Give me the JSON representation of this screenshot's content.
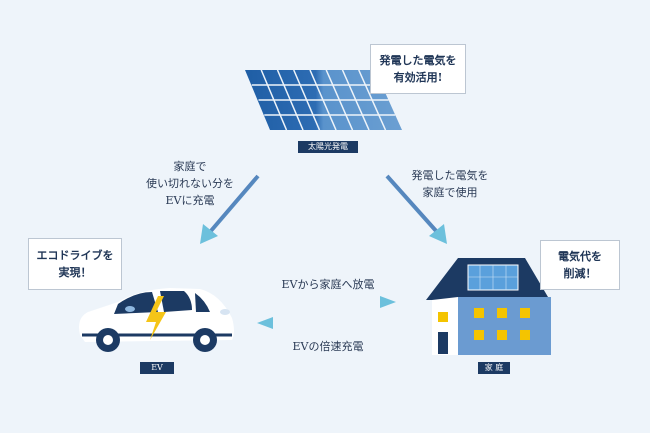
{
  "solar": {
    "label": "太陽光発電",
    "bubble": [
      "発電した電気を",
      "有効活用!"
    ]
  },
  "left_flow": [
    "家庭で",
    "使い切れない分を",
    "EVに充電"
  ],
  "right_flow": [
    "発電した電気を",
    "家庭で使用"
  ],
  "ev": {
    "label": "EV",
    "bubble": [
      "エコドライブを",
      "実現！"
    ]
  },
  "home": {
    "label": "家 庭",
    "bubble": [
      "電気代を",
      "削減！"
    ]
  },
  "ev_to_home": "EVから家庭へ放電",
  "home_to_ev": "EVの倍速充電",
  "colors": {
    "navy": "#1c3a63",
    "panel": "#2f6db0",
    "arrow_start": "#3f4fa0",
    "arrow_end": "#6cc0dc",
    "bolt": "#f5c518",
    "window": "#f4c400"
  }
}
